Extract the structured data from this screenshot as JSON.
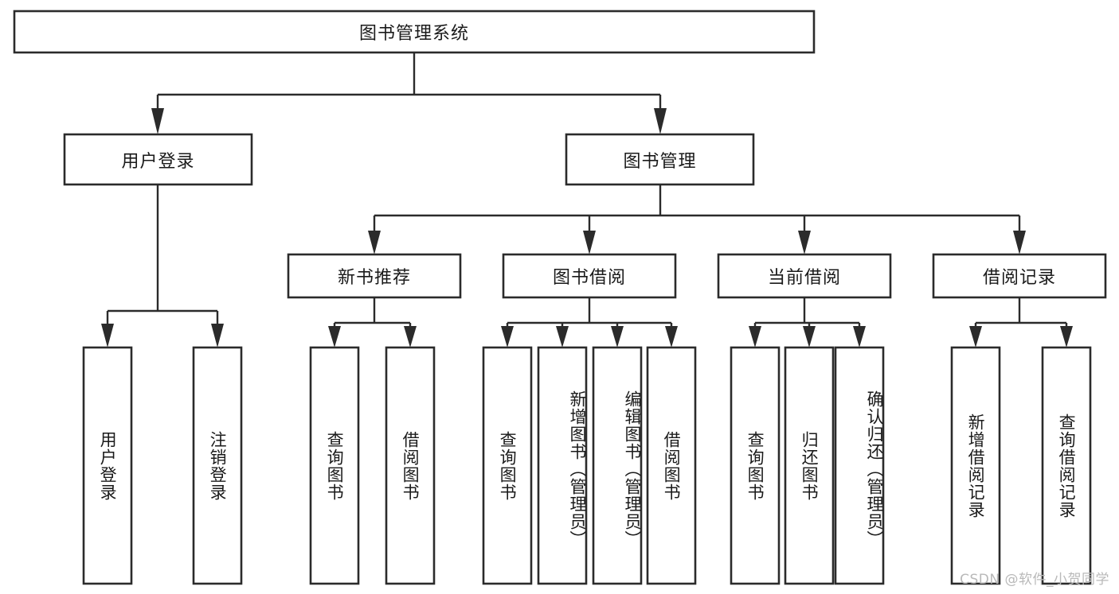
{
  "diagram": {
    "type": "hierarchy-tree",
    "title": "图书管理系统",
    "watermark": "CSDN @软件_小贺同学",
    "colors": {
      "box_fill": "#ffffff",
      "box_stroke": "#2b2b2b",
      "text": "#1a1a1a",
      "watermark": "#b9b9b9",
      "background": "#ffffff"
    },
    "nodes": {
      "root": {
        "label": "图书管理系统",
        "level": 1,
        "orientation": "horizontal"
      },
      "user_login": {
        "label": "用户登录",
        "level": 2,
        "orientation": "horizontal"
      },
      "book_mgmt": {
        "label": "图书管理",
        "level": 2,
        "orientation": "horizontal"
      },
      "new_book_rec": {
        "label": "新书推荐",
        "level": 3,
        "orientation": "horizontal"
      },
      "book_borrow": {
        "label": "图书借阅",
        "level": 3,
        "orientation": "horizontal"
      },
      "current_borrow": {
        "label": "当前借阅",
        "level": 3,
        "orientation": "horizontal"
      },
      "borrow_record": {
        "label": "借阅记录",
        "level": 3,
        "orientation": "horizontal"
      },
      "leaf_user_login": {
        "label": "用户登录",
        "level": 4,
        "orientation": "vertical"
      },
      "leaf_logout": {
        "label": "注销登录",
        "level": 4,
        "orientation": "vertical"
      },
      "leaf_query_book_1": {
        "label": "查询图书",
        "level": 4,
        "orientation": "vertical"
      },
      "leaf_borrow_book_1": {
        "label": "借阅图书",
        "level": 4,
        "orientation": "vertical"
      },
      "leaf_query_book_2": {
        "label": "查询图书",
        "level": 4,
        "orientation": "vertical"
      },
      "leaf_add_book": {
        "label": "新增图书（管理员）",
        "level": 4,
        "orientation": "vertical"
      },
      "leaf_edit_book": {
        "label": "编辑图书（管理员）",
        "level": 4,
        "orientation": "vertical"
      },
      "leaf_borrow_book_2": {
        "label": "借阅图书",
        "level": 4,
        "orientation": "vertical"
      },
      "leaf_query_book_3": {
        "label": "查询图书",
        "level": 4,
        "orientation": "vertical"
      },
      "leaf_return_book": {
        "label": "归还图书",
        "level": 4,
        "orientation": "vertical"
      },
      "leaf_confirm_return": {
        "label": "确认归还（管理员）",
        "level": 4,
        "orientation": "vertical"
      },
      "leaf_add_record": {
        "label": "新增借阅记录",
        "level": 4,
        "orientation": "vertical"
      },
      "leaf_query_record": {
        "label": "查询借阅记录",
        "level": 4,
        "orientation": "vertical"
      }
    },
    "edges": [
      {
        "from": "root",
        "to": "user_login"
      },
      {
        "from": "root",
        "to": "book_mgmt"
      },
      {
        "from": "book_mgmt",
        "to": "new_book_rec"
      },
      {
        "from": "book_mgmt",
        "to": "book_borrow"
      },
      {
        "from": "book_mgmt",
        "to": "current_borrow"
      },
      {
        "from": "book_mgmt",
        "to": "borrow_record"
      },
      {
        "from": "user_login",
        "to": "leaf_user_login"
      },
      {
        "from": "user_login",
        "to": "leaf_logout"
      },
      {
        "from": "new_book_rec",
        "to": "leaf_query_book_1"
      },
      {
        "from": "new_book_rec",
        "to": "leaf_borrow_book_1"
      },
      {
        "from": "book_borrow",
        "to": "leaf_query_book_2"
      },
      {
        "from": "book_borrow",
        "to": "leaf_add_book"
      },
      {
        "from": "book_borrow",
        "to": "leaf_edit_book"
      },
      {
        "from": "book_borrow",
        "to": "leaf_borrow_book_2"
      },
      {
        "from": "current_borrow",
        "to": "leaf_query_book_3"
      },
      {
        "from": "current_borrow",
        "to": "leaf_return_book"
      },
      {
        "from": "current_borrow",
        "to": "leaf_confirm_return"
      },
      {
        "from": "borrow_record",
        "to": "leaf_add_record"
      },
      {
        "from": "borrow_record",
        "to": "leaf_query_record"
      }
    ]
  }
}
